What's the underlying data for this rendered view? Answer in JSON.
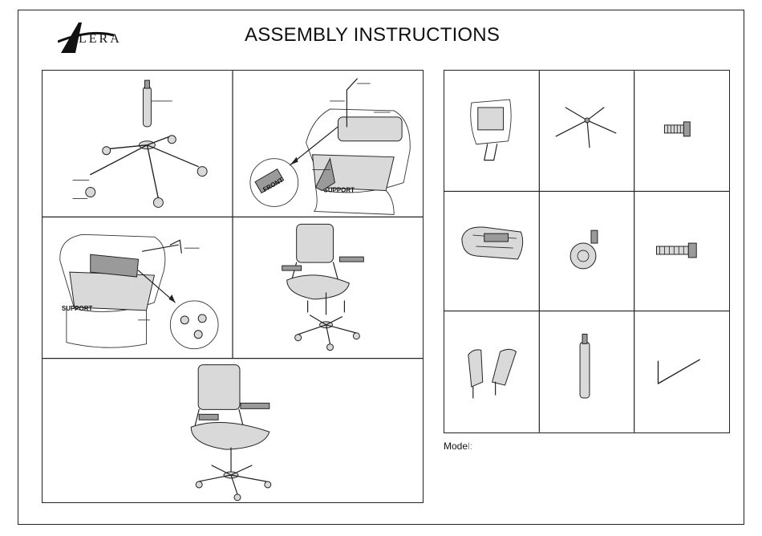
{
  "header": {
    "brand": "LERA",
    "brand_icon": "alera-a-logo-icon",
    "title": "ASSEMBLY INSTRUCTIONS"
  },
  "steps": {
    "support_label_1": "SUPPORT",
    "support_label_2": "SUPPORT",
    "front_label": "FRONT"
  },
  "parts": {
    "items": [
      {
        "icon": "backrest-icon"
      },
      {
        "icon": "base-icon"
      },
      {
        "icon": "short-bolt-icon"
      },
      {
        "icon": "seat-mechanism-icon"
      },
      {
        "icon": "caster-icon"
      },
      {
        "icon": "long-bolt-icon"
      },
      {
        "icon": "armrests-icon"
      },
      {
        "icon": "gas-cylinder-icon"
      },
      {
        "icon": "allen-wrench-icon"
      }
    ]
  },
  "footer": {
    "model_label": "Mode",
    "model_sep": "l:"
  }
}
